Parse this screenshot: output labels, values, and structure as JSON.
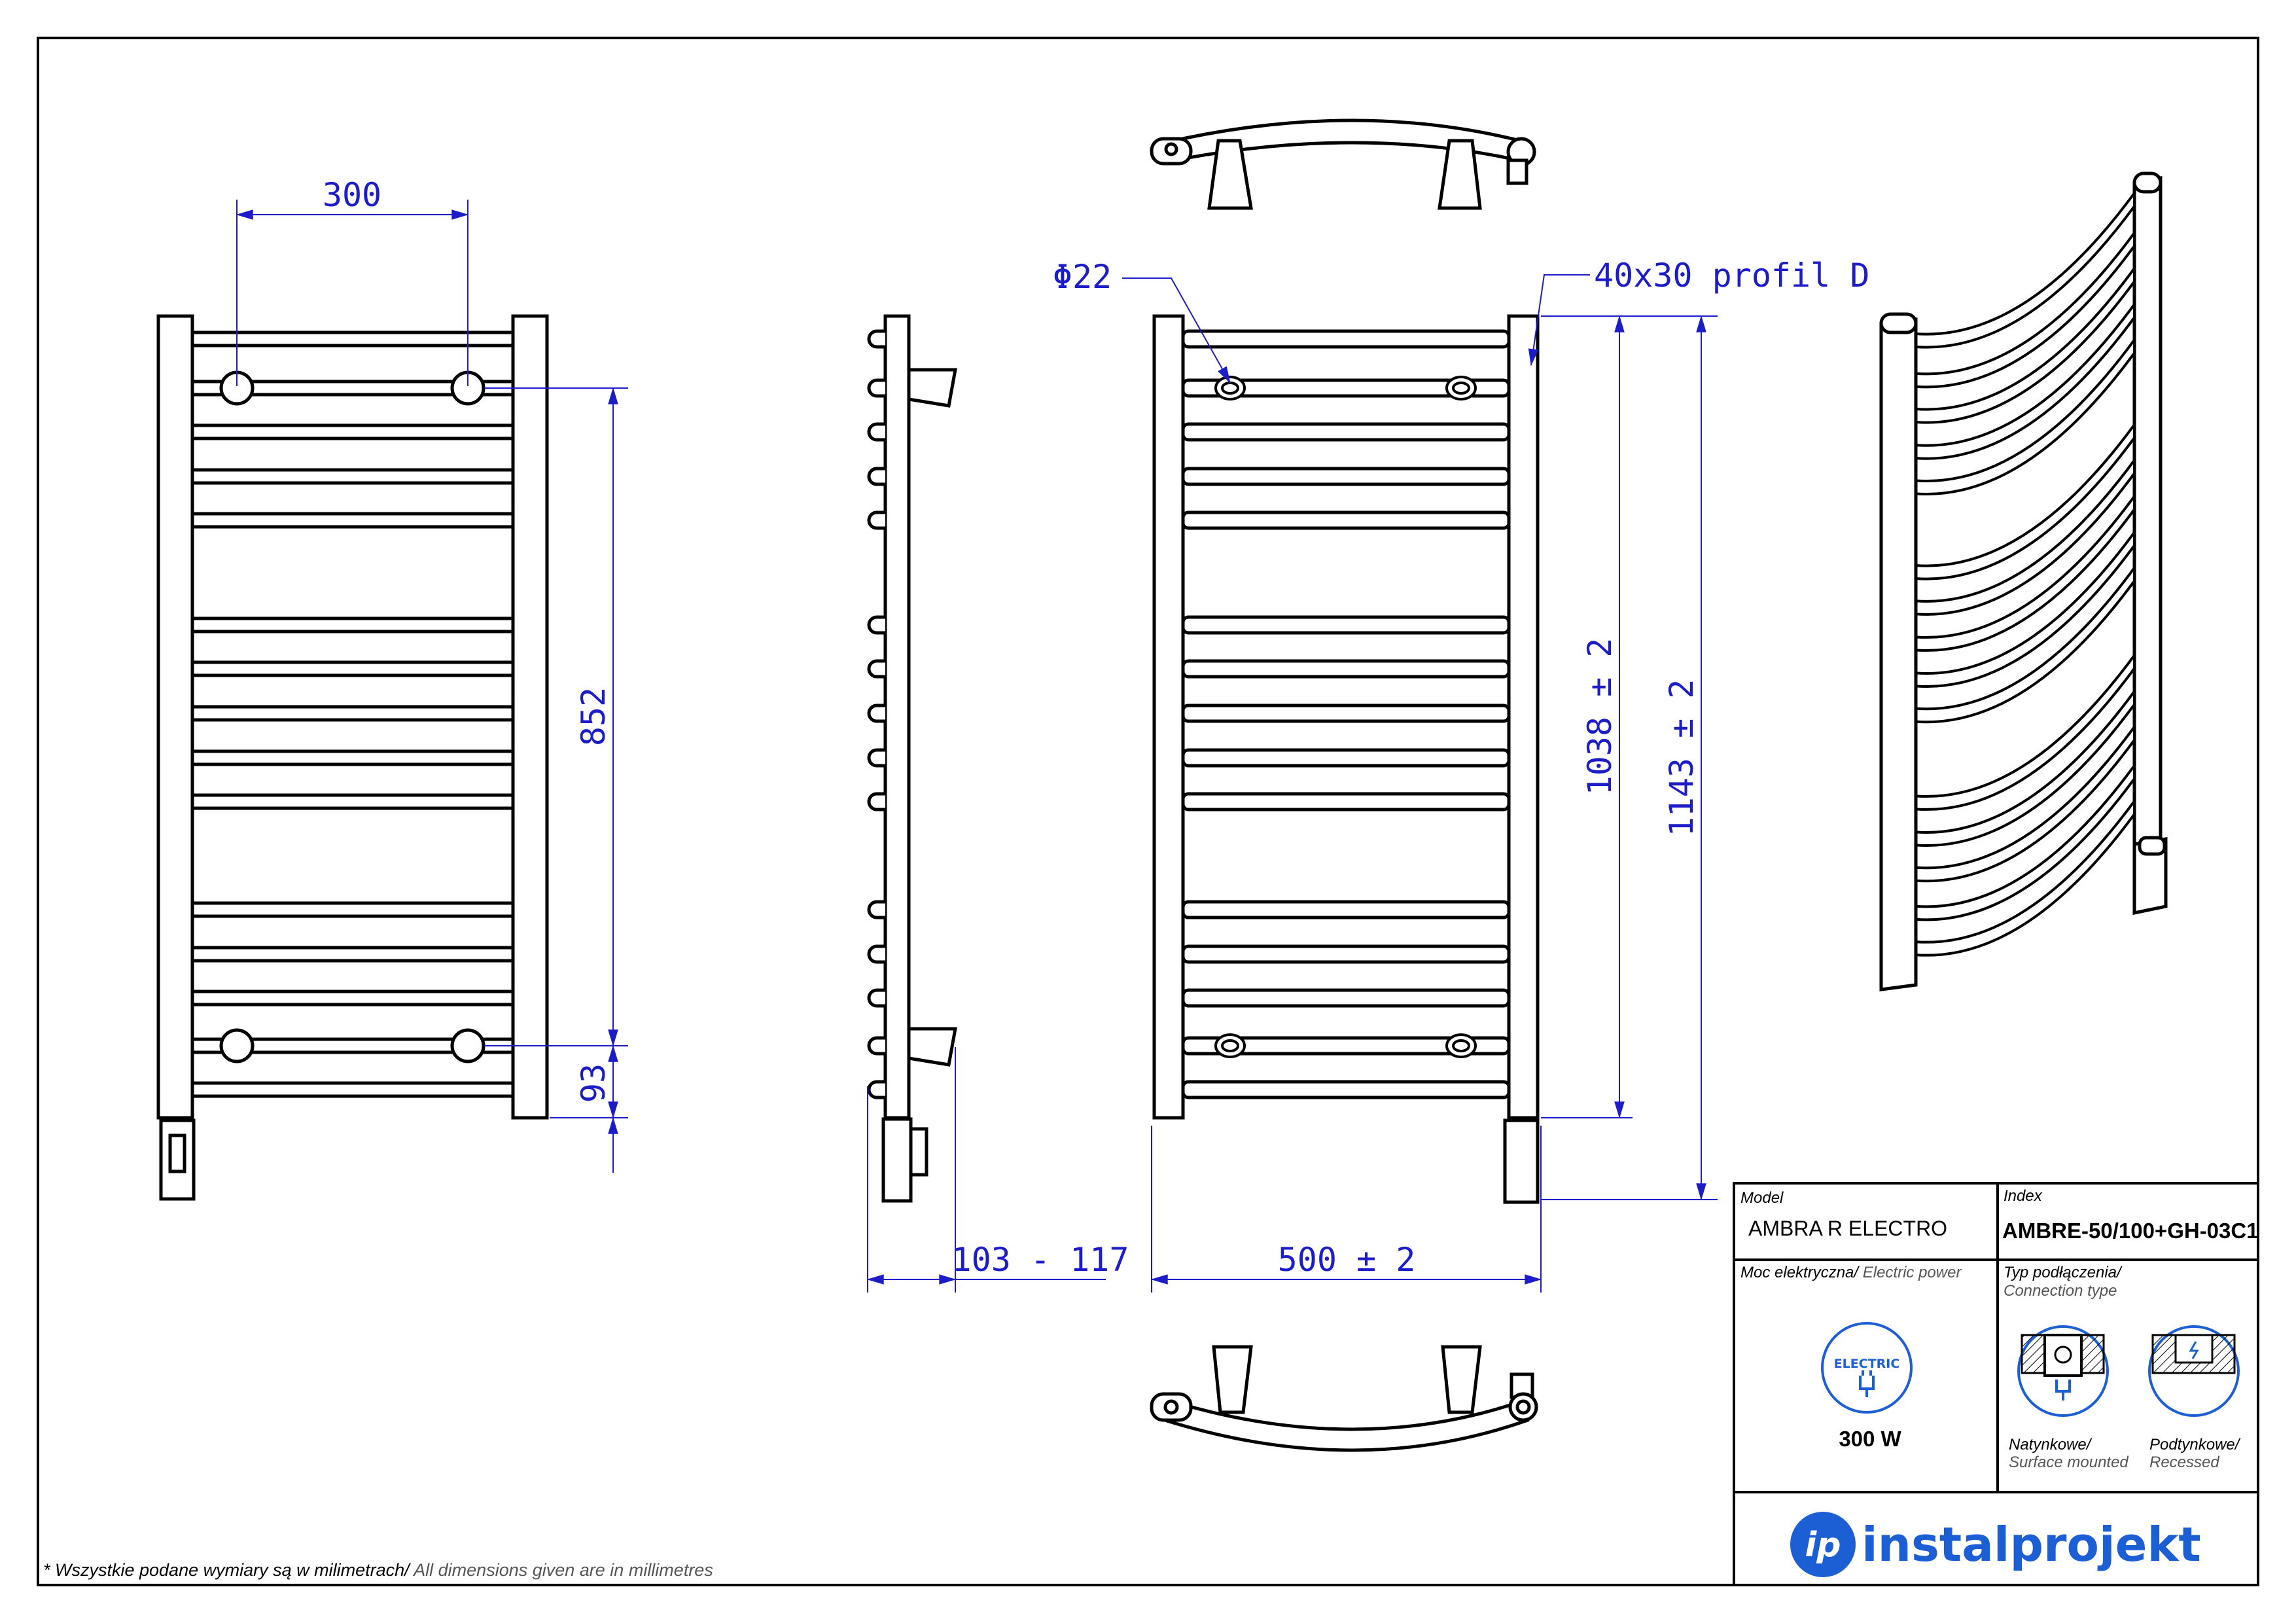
{
  "dimensions": {
    "axis_spacing": "300",
    "axis_height": "852",
    "bottom_offset": "93",
    "pipe_diameter": "Φ22",
    "profile": "40x30 profil D",
    "depth": "103 - 117",
    "width": "500  ± 2",
    "inner_height": "1038  ± 2",
    "total_height": "1143  ± 2"
  },
  "title_block": {
    "model_label": "Model",
    "model_value": "AMBRA R ELECTRO",
    "index_label": "Index",
    "index_value": "AMBRE-50/100+GH-03C1",
    "power_label_pl": "Moc elektryczna/",
    "power_label_en": " Electric power",
    "electric_badge": "ELECTRIC",
    "power_value": "300 W",
    "connection_label_pl": "Typ podłączenia/",
    "connection_label_en": "Connection type",
    "surface_pl": "Natynkowe/",
    "surface_en": "Surface mounted",
    "recessed_pl": "Podtynkowe/",
    "recessed_en": "Recessed",
    "brand_name": "instalprojekt"
  },
  "footnote": {
    "pl": "* Wszystkie podane wymiary są w milimetrach/",
    "en": " All dimensions given are in millimetres"
  },
  "colors": {
    "dimension": "#1c1cc8",
    "brand": "#1c5fd4",
    "line": "#000000"
  }
}
